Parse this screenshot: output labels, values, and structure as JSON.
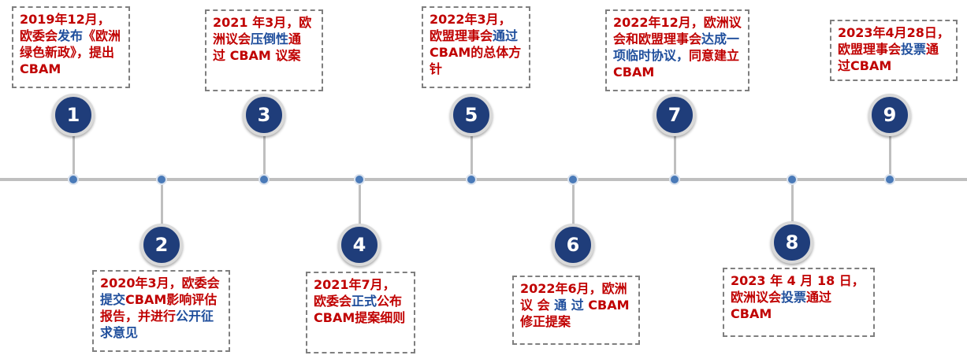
{
  "events": [
    {
      "number": "1",
      "parts": [
        {
          "t": "2019年12月，欧委会"
        },
        {
          "t": "发布",
          "hl": true
        },
        {
          "t": "《欧洲绿色新政》，提出CBAM"
        }
      ]
    },
    {
      "number": "2",
      "parts": [
        {
          "t": "2020年3月，欧委会"
        },
        {
          "t": "提交",
          "hl": true
        },
        {
          "t": "CBAM影响评估报告，并进行"
        },
        {
          "t": "公开征求意见",
          "hl": true
        }
      ]
    },
    {
      "number": "3",
      "parts": [
        {
          "t": "2021  年3月，欧洲议会"
        },
        {
          "t": "压倒性",
          "hl": true
        },
        {
          "t": "通 过 CBAM 议案"
        }
      ]
    },
    {
      "number": "4",
      "parts": [
        {
          "t": "2021年7月，欧委会"
        },
        {
          "t": "正式",
          "hl": true
        },
        {
          "t": "公布CBAM提案细则"
        }
      ]
    },
    {
      "number": "5",
      "parts": [
        {
          "t": "2022年3月，欧盟理事会"
        },
        {
          "t": "通过",
          "hl": true
        },
        {
          "t": "CBAM的总体方针"
        }
      ]
    },
    {
      "number": "6",
      "parts": [
        {
          "t": "2022年6月，欧洲 议 会 "
        },
        {
          "t": "通 过",
          "hl": true
        },
        {
          "t": " CBAM修正提案"
        }
      ]
    },
    {
      "number": "7",
      "parts": [
        {
          "t": "2022年12月，欧洲议会和欧盟理事会"
        },
        {
          "t": "达成一项临时协议，",
          "hl": true
        },
        {
          "t": "同意建立CBAM"
        }
      ]
    },
    {
      "number": "8",
      "parts": [
        {
          "t": "2023 年 4 月 18 日，欧洲议会"
        },
        {
          "t": "投票",
          "hl": true
        },
        {
          "t": "通过CBAM"
        }
      ]
    },
    {
      "number": "9",
      "parts": [
        {
          "t": "2023年4月28日，欧盟理事会"
        },
        {
          "t": "投票",
          "hl": true
        },
        {
          "t": "通过CBAM"
        }
      ]
    }
  ]
}
